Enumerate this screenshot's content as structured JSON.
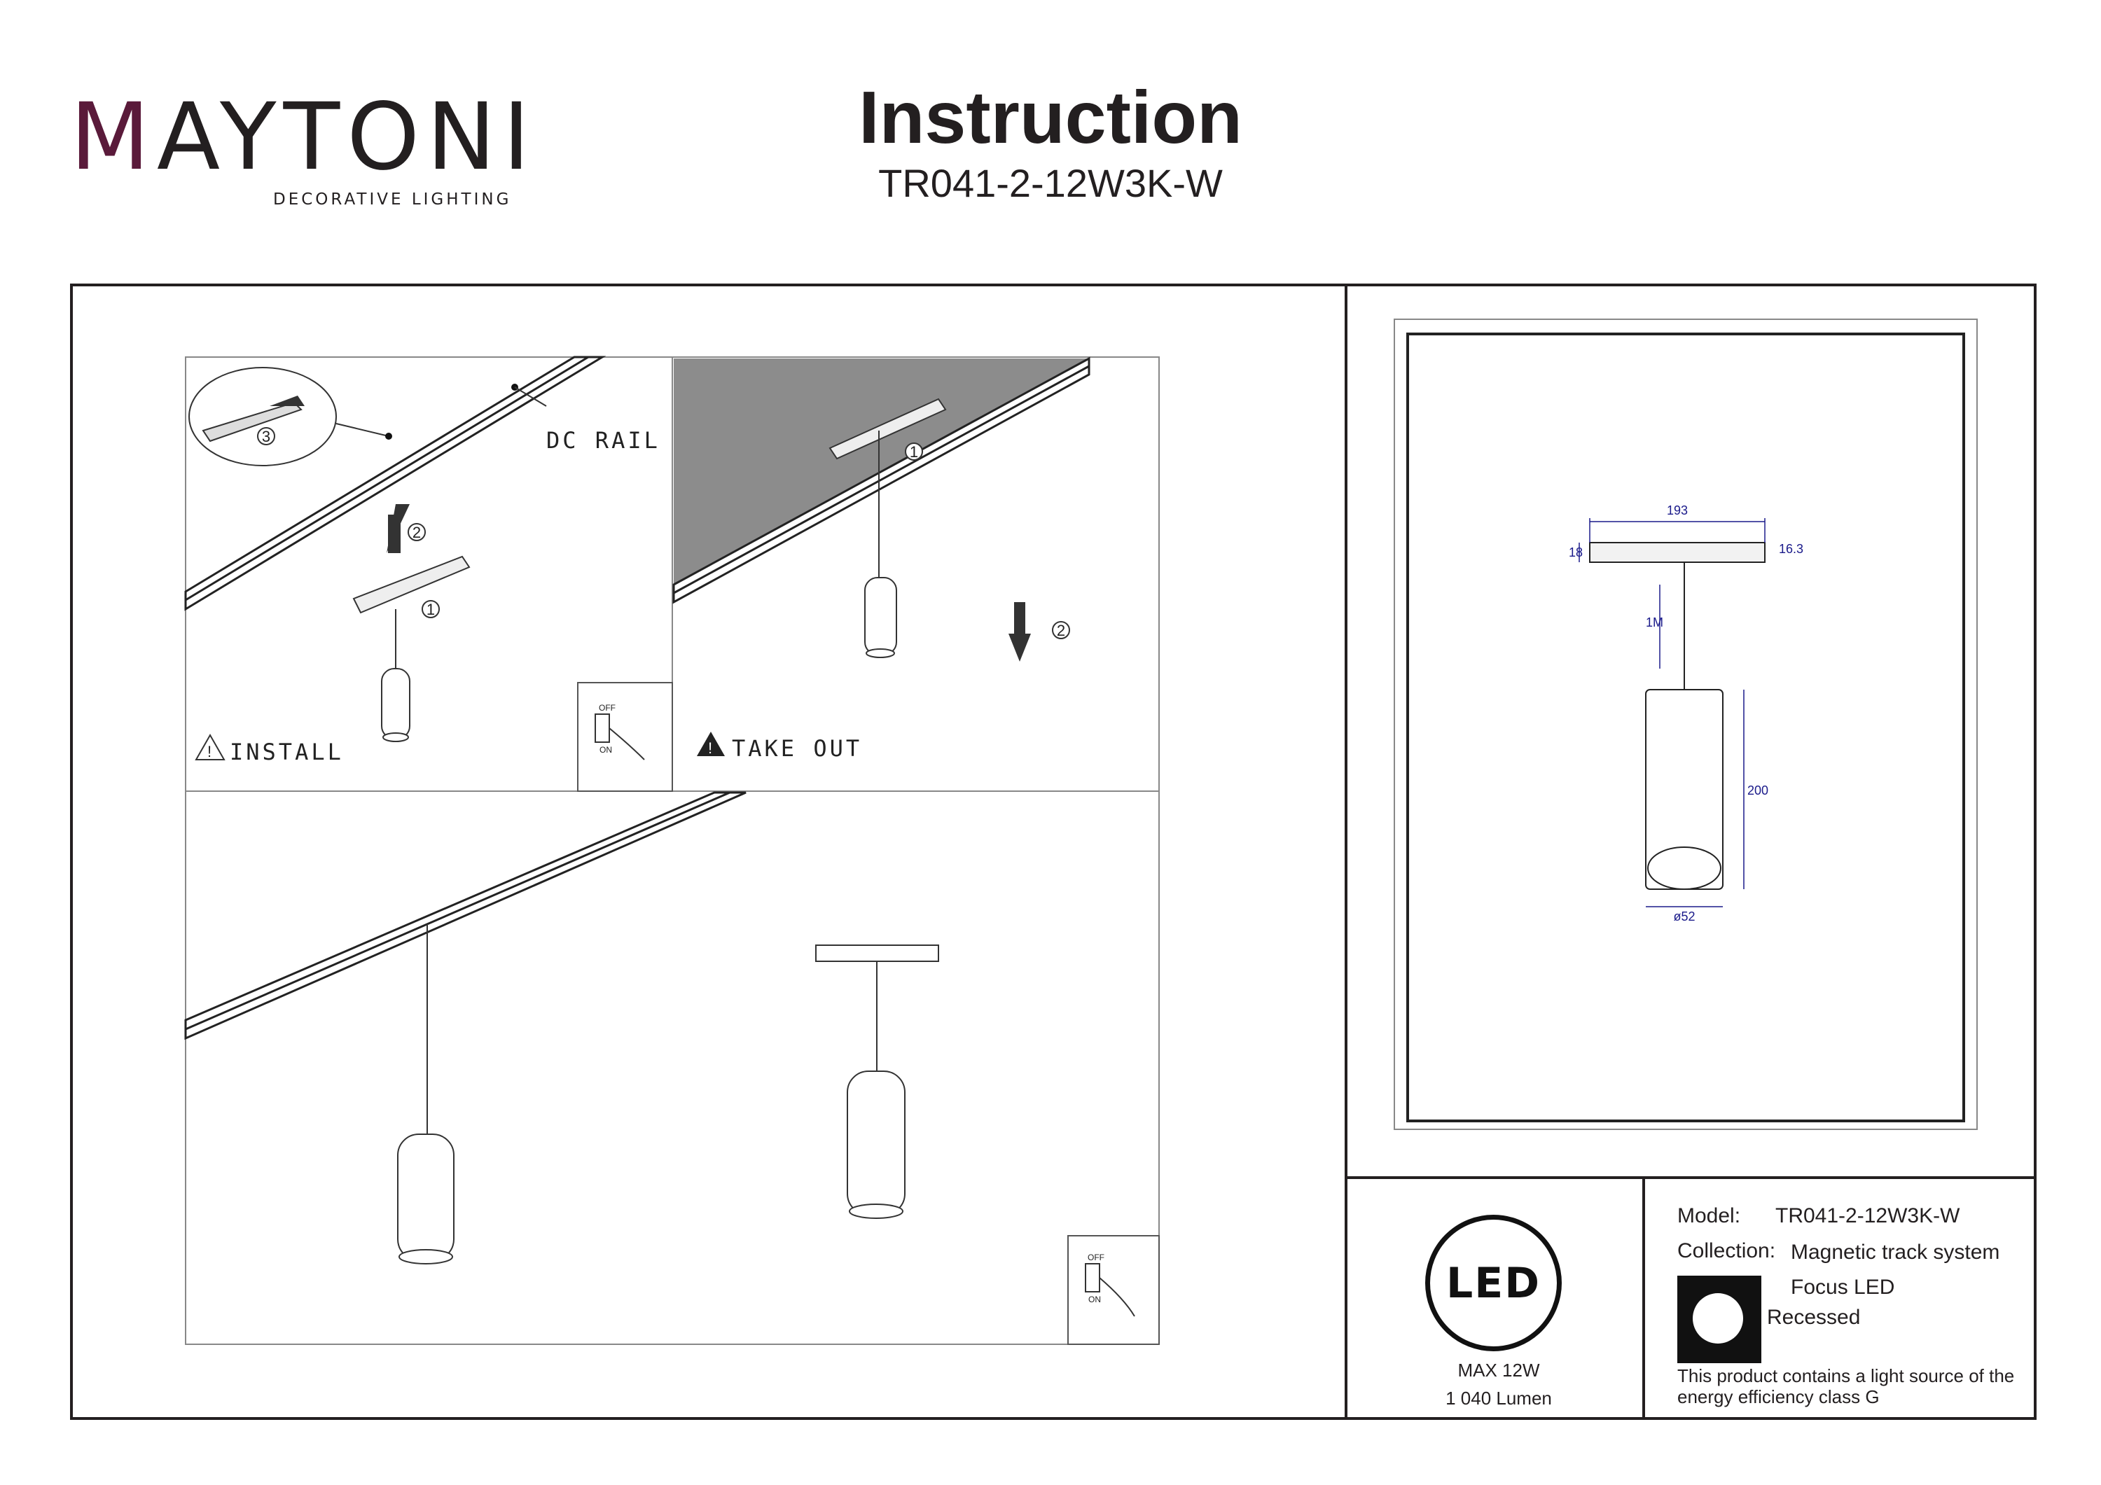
{
  "header": {
    "brand": "MAYTONI",
    "tagline": "DECORATIVE LIGHTING",
    "title": "Instruction",
    "model_code": "TR041-2-12W3K-W"
  },
  "steps": {
    "rail_label": "DC RAIL",
    "install_label": "INSTALL",
    "takeout_label": "TAKE OUT",
    "step1": "1",
    "step2": "2",
    "step3": "3",
    "switch_off": "OFF",
    "switch_on": "ON"
  },
  "dimensions": {
    "length": "193",
    "height": "18",
    "width": "16.3",
    "cable": "1M",
    "body_height": "200",
    "diameter": "ø52"
  },
  "led_info": {
    "badge": "LED",
    "power": "MAX 12W",
    "lumen": "1 040 Lumen"
  },
  "specs": {
    "model_label": "Model:",
    "model_value": "TR041-2-12W3K-W",
    "collection_label": "Collection:",
    "collection_value": "Magnetic track system",
    "family": "Focus LED",
    "mount": "Recessed",
    "energy_note_1": "This product contains a light source of the",
    "energy_note_2": "energy efficiency class G"
  }
}
